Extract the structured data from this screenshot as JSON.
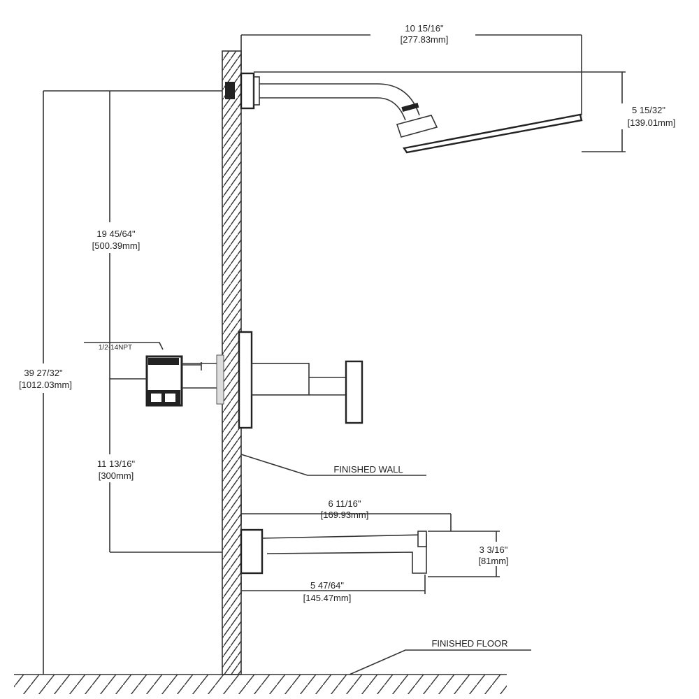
{
  "dimensions": {
    "shower_arm_reach": {
      "imperial": "10 15/16\"",
      "metric": "[277.83mm]"
    },
    "shower_head_drop": {
      "imperial": "5 15/32\"",
      "metric": "[139.01mm]"
    },
    "arm_to_valve": {
      "imperial": "19 45/64\"",
      "metric": "[500.39mm]"
    },
    "arm_to_floor": {
      "imperial": "39 27/32\"",
      "metric": "[1012.03mm]"
    },
    "valve_to_spout": {
      "imperial": "11 13/16\"",
      "metric": "[300mm]"
    },
    "spout_length": {
      "imperial": "6 11/16\"",
      "metric": "[169.93mm]"
    },
    "spout_height": {
      "imperial": "3 3/16\"",
      "metric": "[81mm]"
    },
    "spout_outlet_reach": {
      "imperial": "5 47/64\"",
      "metric": "[145.47mm]"
    }
  },
  "labels": {
    "valve_connection": "1/2-14NPT",
    "finished_wall": "FINISHED WALL",
    "finished_floor": "FINISHED FLOOR"
  }
}
